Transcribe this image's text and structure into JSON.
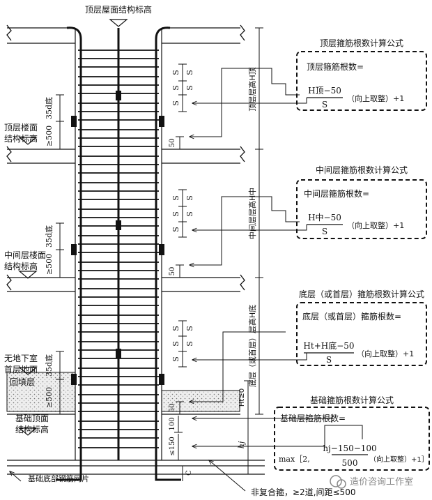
{
  "labels": {
    "roof_level": "顶层屋面结构标高",
    "top_floor_level_1": "顶层楼面",
    "top_floor_level_2": "结构标高",
    "mid_floor_level_1": "中间层楼面",
    "mid_floor_level_2": "结构标高",
    "no_basement_1": "无地下室",
    "no_basement_2": "首层地面",
    "backfill": "回填层",
    "foundation_top_1": "基础顶面",
    "foundation_top_2": "结构标高",
    "foundation_mesh": "基础底部钢筋网片",
    "bottom_note": "非复合箍，≥2道,间距≤500"
  },
  "dims": {
    "s": "S",
    "d35_top": "35d底",
    "ge500": "≥500",
    "d35_mid": "35d底",
    "d35_bot": "35d底",
    "fifty": "50",
    "hundred": "100",
    "le150": "≤150",
    "c": "C",
    "h_top": "顶层层高H顶",
    "h_mid": "中间层层高H中",
    "h_bot": "底层（或首层）层高H底",
    "h_t": "Ht≥0",
    "h_j": "hj"
  },
  "formulas": {
    "top": {
      "title": "顶层箍筋根数计算公式",
      "label": "顶层箍筋根数=",
      "numerator": "H顶−50",
      "denominator": "S",
      "suffix": "（向上取整）+1"
    },
    "mid": {
      "title": "中间层箍筋根数计算公式",
      "label": "中间层箍筋根数=",
      "numerator": "H中−50",
      "denominator": "S",
      "suffix": "（向上取整）+1"
    },
    "bot": {
      "title": "底层（或首层）箍筋根数计算公式",
      "label": "底层（或首层）箍筋根数=",
      "numerator": "Ht+H底−50",
      "denominator": "S",
      "suffix": "（向上取整）+1"
    },
    "base": {
      "title": "基础箍筋根数计算公式",
      "label": "基础层箍筋根数=",
      "prefix": "max［2,",
      "numerator": "hj−150−100",
      "denominator": "500",
      "suffix": "（向上取整）+1］"
    }
  },
  "watermark": "造价咨询工作室"
}
